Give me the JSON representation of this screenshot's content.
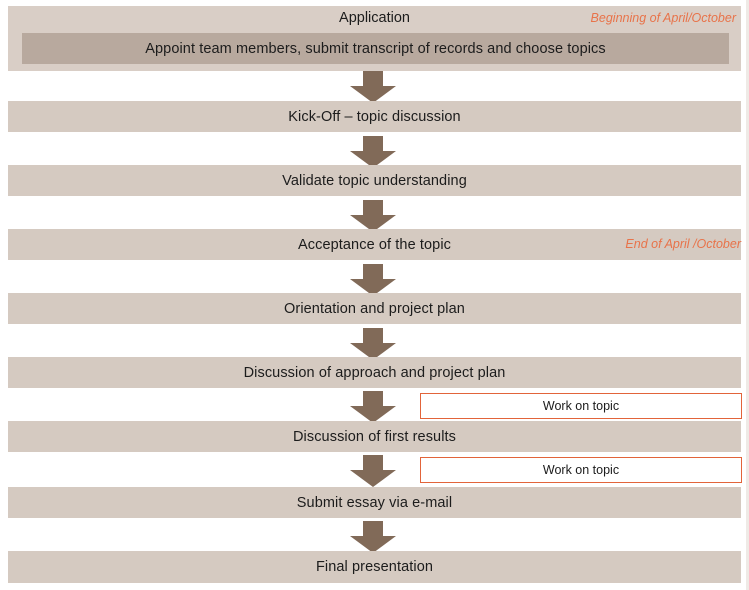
{
  "diagram": {
    "title": "Application",
    "header": {
      "title": "Application",
      "deadline_note": "Beginning of April/October",
      "inner_label": "Appoint team members, submit transcript of records and choose topics"
    },
    "steps": [
      {
        "label": "Kick-Off – topic discussion"
      },
      {
        "label": "Validate topic understanding"
      },
      {
        "label": "Acceptance of the topic",
        "note": "End of April /October"
      },
      {
        "label": "Orientation and project plan"
      },
      {
        "label": "Discussion of approach and project plan"
      },
      {
        "label": "Discussion of first results"
      },
      {
        "label": "Submit essay via e-mail"
      },
      {
        "label": "Final presentation"
      }
    ],
    "callouts": [
      {
        "label": "Work on topic"
      },
      {
        "label": "Work on topic"
      }
    ],
    "colors": {
      "bar_fill": "#d5cac1",
      "header_fill": "#d9cec6",
      "header_inner_fill": "#b8a99e",
      "arrow_fill": "#816a58",
      "accent": "#e8734a",
      "callout_border": "#e2643a",
      "text": "#1c1c1c",
      "background": "#ffffff"
    }
  }
}
